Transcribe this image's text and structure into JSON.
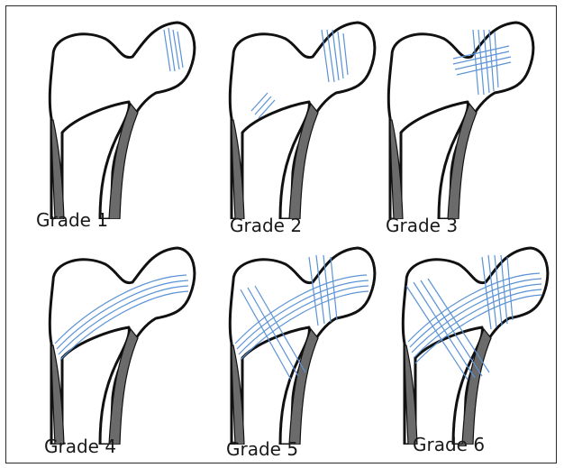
{
  "figure": {
    "panels": [
      {
        "label": "Grade 1",
        "grade": 1
      },
      {
        "label": "Grade 2",
        "grade": 2
      },
      {
        "label": "Grade 3",
        "grade": 3
      },
      {
        "label": "Grade 4",
        "grade": 4
      },
      {
        "label": "Grade 5",
        "grade": 5
      },
      {
        "label": "Grade 6",
        "grade": 6
      }
    ],
    "colors": {
      "outline": "#111111",
      "cortex": "#6b6b6b",
      "trabecular_lines": "#5b93d6",
      "background": "#ffffff"
    }
  }
}
